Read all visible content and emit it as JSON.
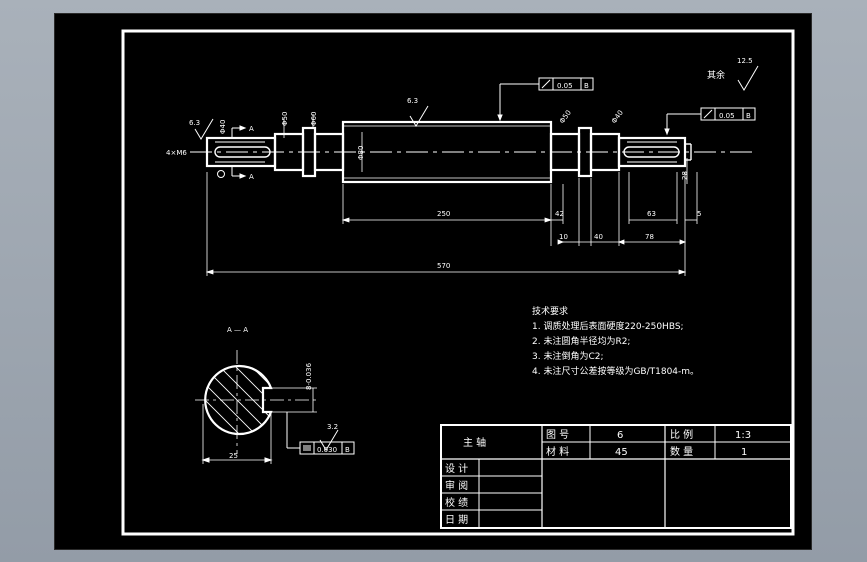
{
  "drawing": {
    "part_name": "主 轴",
    "table": {
      "drawing_no_label": "图 号",
      "drawing_no": "6",
      "scale_label": "比 例",
      "scale": "1:3",
      "material_label": "材 料",
      "material": "45",
      "qty_label": "数 量",
      "qty": "1",
      "design": "设 计",
      "review": "审 阅",
      "proof": "校 绩",
      "date": "日 期"
    },
    "rest_roughness_label": "其余",
    "rest_roughness_value": "12.5",
    "roughness_values": [
      "6.3",
      "6.3",
      "3.2"
    ],
    "dimensions": {
      "d250": "250",
      "d570": "570",
      "d42": "42",
      "d10": "10",
      "d40": "40",
      "d78": "78",
      "d63": "63",
      "d5": "5",
      "d25": "25",
      "dia_a": "Φ40",
      "dia_b": "Φ50",
      "dia_c": "Φ60",
      "dia_d": "Φ50",
      "dia_e": "Φ40",
      "dia_main": "Φ80",
      "chamfer": "C2",
      "key_width": "8-0.036",
      "key_depth": "28",
      "thread": "4×M6"
    },
    "tolerances": {
      "runout_1": "0.05",
      "runout_1_datum": "B",
      "runout_2": "0.05",
      "runout_2_datum": "B",
      "symmetry": "0.030",
      "symmetry_datum": "B"
    },
    "section_label": "A — A",
    "section_marks": [
      "A",
      "A"
    ],
    "notes": {
      "title": "技术要求",
      "items": [
        "1. 调质处理后表面硬度220-250HBS;",
        "2. 未注圆角半径均为R2;",
        "3. 未注倒角为C2;",
        "4. 未注尺寸公差按等级为GB/T1804-m。"
      ]
    }
  }
}
